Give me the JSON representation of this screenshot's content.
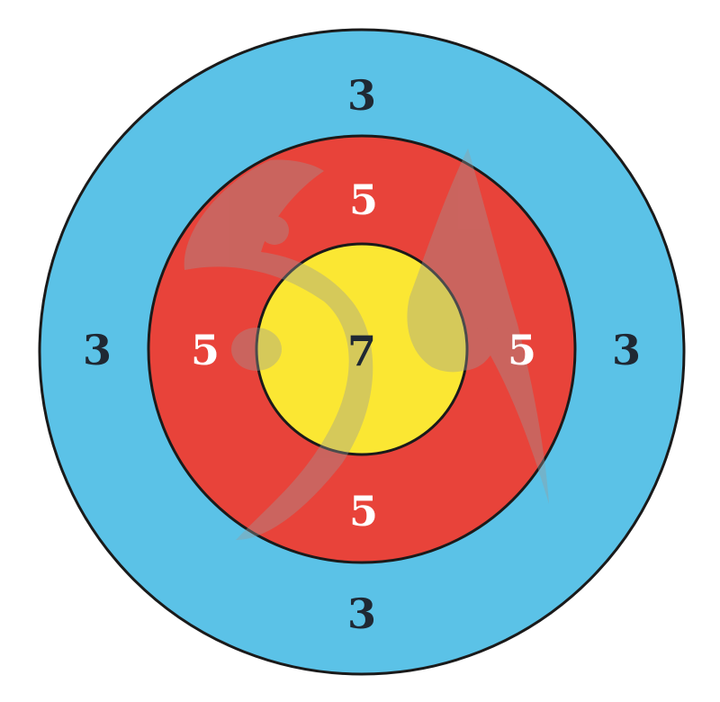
{
  "colors": {
    "background": "#ffffff",
    "outer_ring": "#5bc2e7",
    "middle_ring": "#e8433a",
    "inner_circle": "#fbe733",
    "ring_border": "#1a1a1a",
    "label_dark": "#1f2833",
    "label_light": "#ffffff",
    "watermark": "#b0b0b0"
  },
  "outer_ring": {
    "score_top": "3",
    "score_left": "3",
    "score_right": "3",
    "score_bottom": "3"
  },
  "middle_ring": {
    "score_top": "5",
    "score_left": "5",
    "score_right": "5",
    "score_bottom": "5"
  },
  "inner_circle": {
    "score_center": "7"
  },
  "watermark": {
    "icon": "stylized-archer-logo-icon"
  }
}
